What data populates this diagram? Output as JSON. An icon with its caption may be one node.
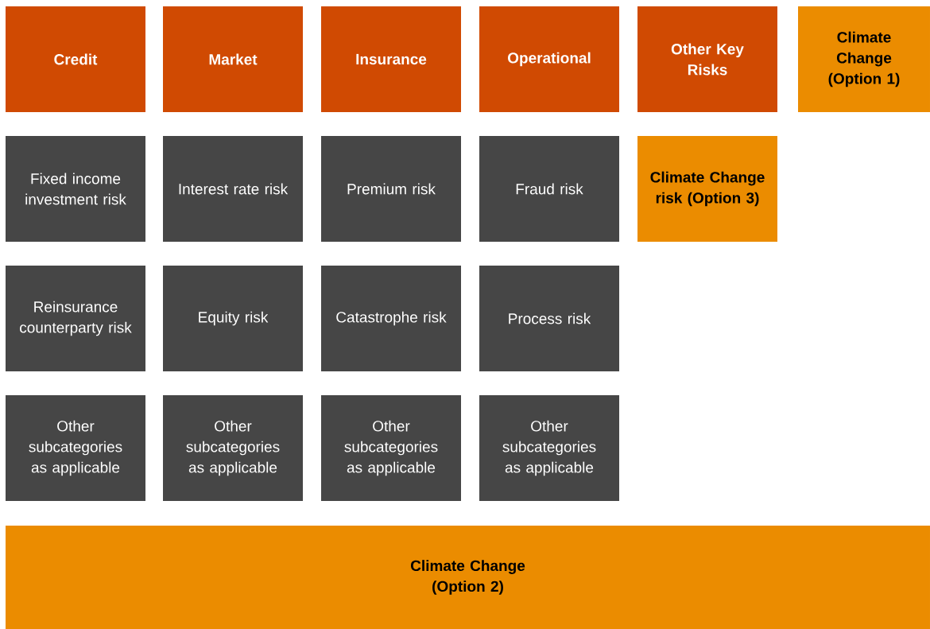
{
  "diagram": {
    "nodes": [
      {
        "text": [
          "Credit"
        ]
      },
      {
        "text": [
          "Market"
        ]
      },
      {
        "text": [
          "Insurance"
        ]
      },
      {
        "text": [
          "Operational"
        ]
      },
      {
        "text": [
          "Other Key Risks"
        ]
      },
      {
        "text": [
          "Climate Change (Option 1)"
        ]
      },
      {
        "text": [
          "Fixed income investment risk"
        ]
      },
      {
        "text": [
          "Interest rate risk"
        ]
      },
      {
        "text": [
          "Premium risk"
        ]
      },
      {
        "text": [
          "Fraud risk"
        ]
      },
      {
        "text": [
          "Climate Change risk (Option 3)"
        ]
      },
      {
        "text": [
          "Reinsurance counterparty risk"
        ]
      },
      {
        "text": [
          "Equity risk"
        ]
      },
      {
        "text": [
          "Catastrophe risk"
        ]
      },
      {
        "text": [
          "Process risk"
        ]
      },
      {
        "text": [
          "Other subcategories as applicable"
        ]
      },
      {
        "text": [
          "Other subcategories as applicable"
        ]
      },
      {
        "text": [
          "Other subcategories as applicable"
        ]
      },
      {
        "text": [
          "Other subcategories as applicable"
        ]
      },
      {
        "text": [
          "Climate Change (Option 2)"
        ]
      }
    ]
  }
}
